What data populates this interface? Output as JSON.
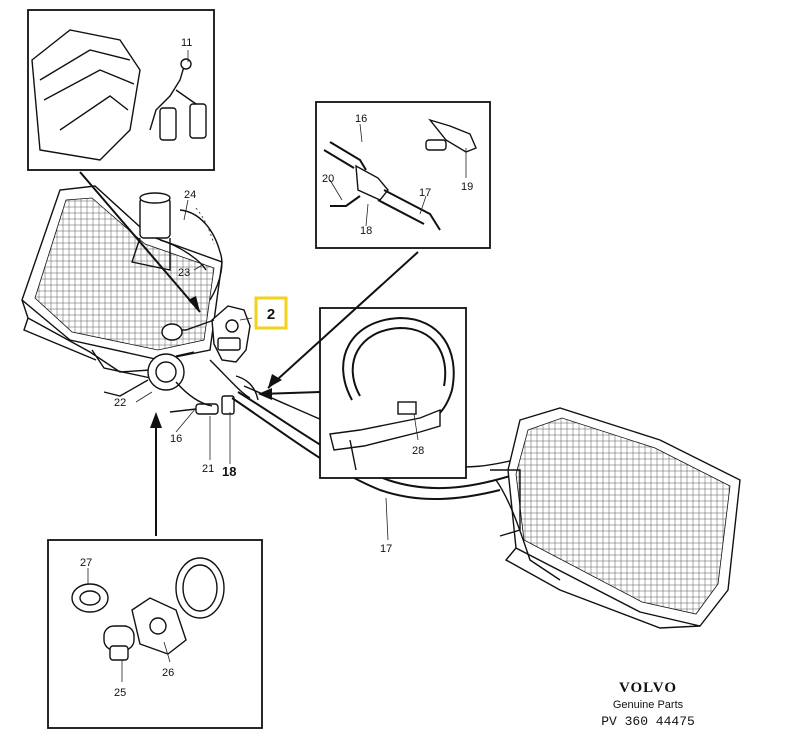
{
  "labels": {
    "p11": "11",
    "p16a": "16",
    "p16b": "16",
    "p17a": "17",
    "p17b": "17",
    "p18a": "18",
    "p18b": "18",
    "p19": "19",
    "p20": "20",
    "p21": "21",
    "p22": "22",
    "p23": "23",
    "p24": "24",
    "p25": "25",
    "p26": "26",
    "p27": "27",
    "p28": "28"
  },
  "callout": {
    "number": "2",
    "highlight_color": "#f2d21b"
  },
  "brand": {
    "name": "VOLVO",
    "subtitle": "Genuine Parts",
    "code": "PV 360 44475"
  },
  "icons": [
    "headlamp-left",
    "headlamp-right",
    "washer-pump",
    "hose-tee-connector",
    "cable-tie",
    "grommet",
    "nozzle-holder"
  ]
}
